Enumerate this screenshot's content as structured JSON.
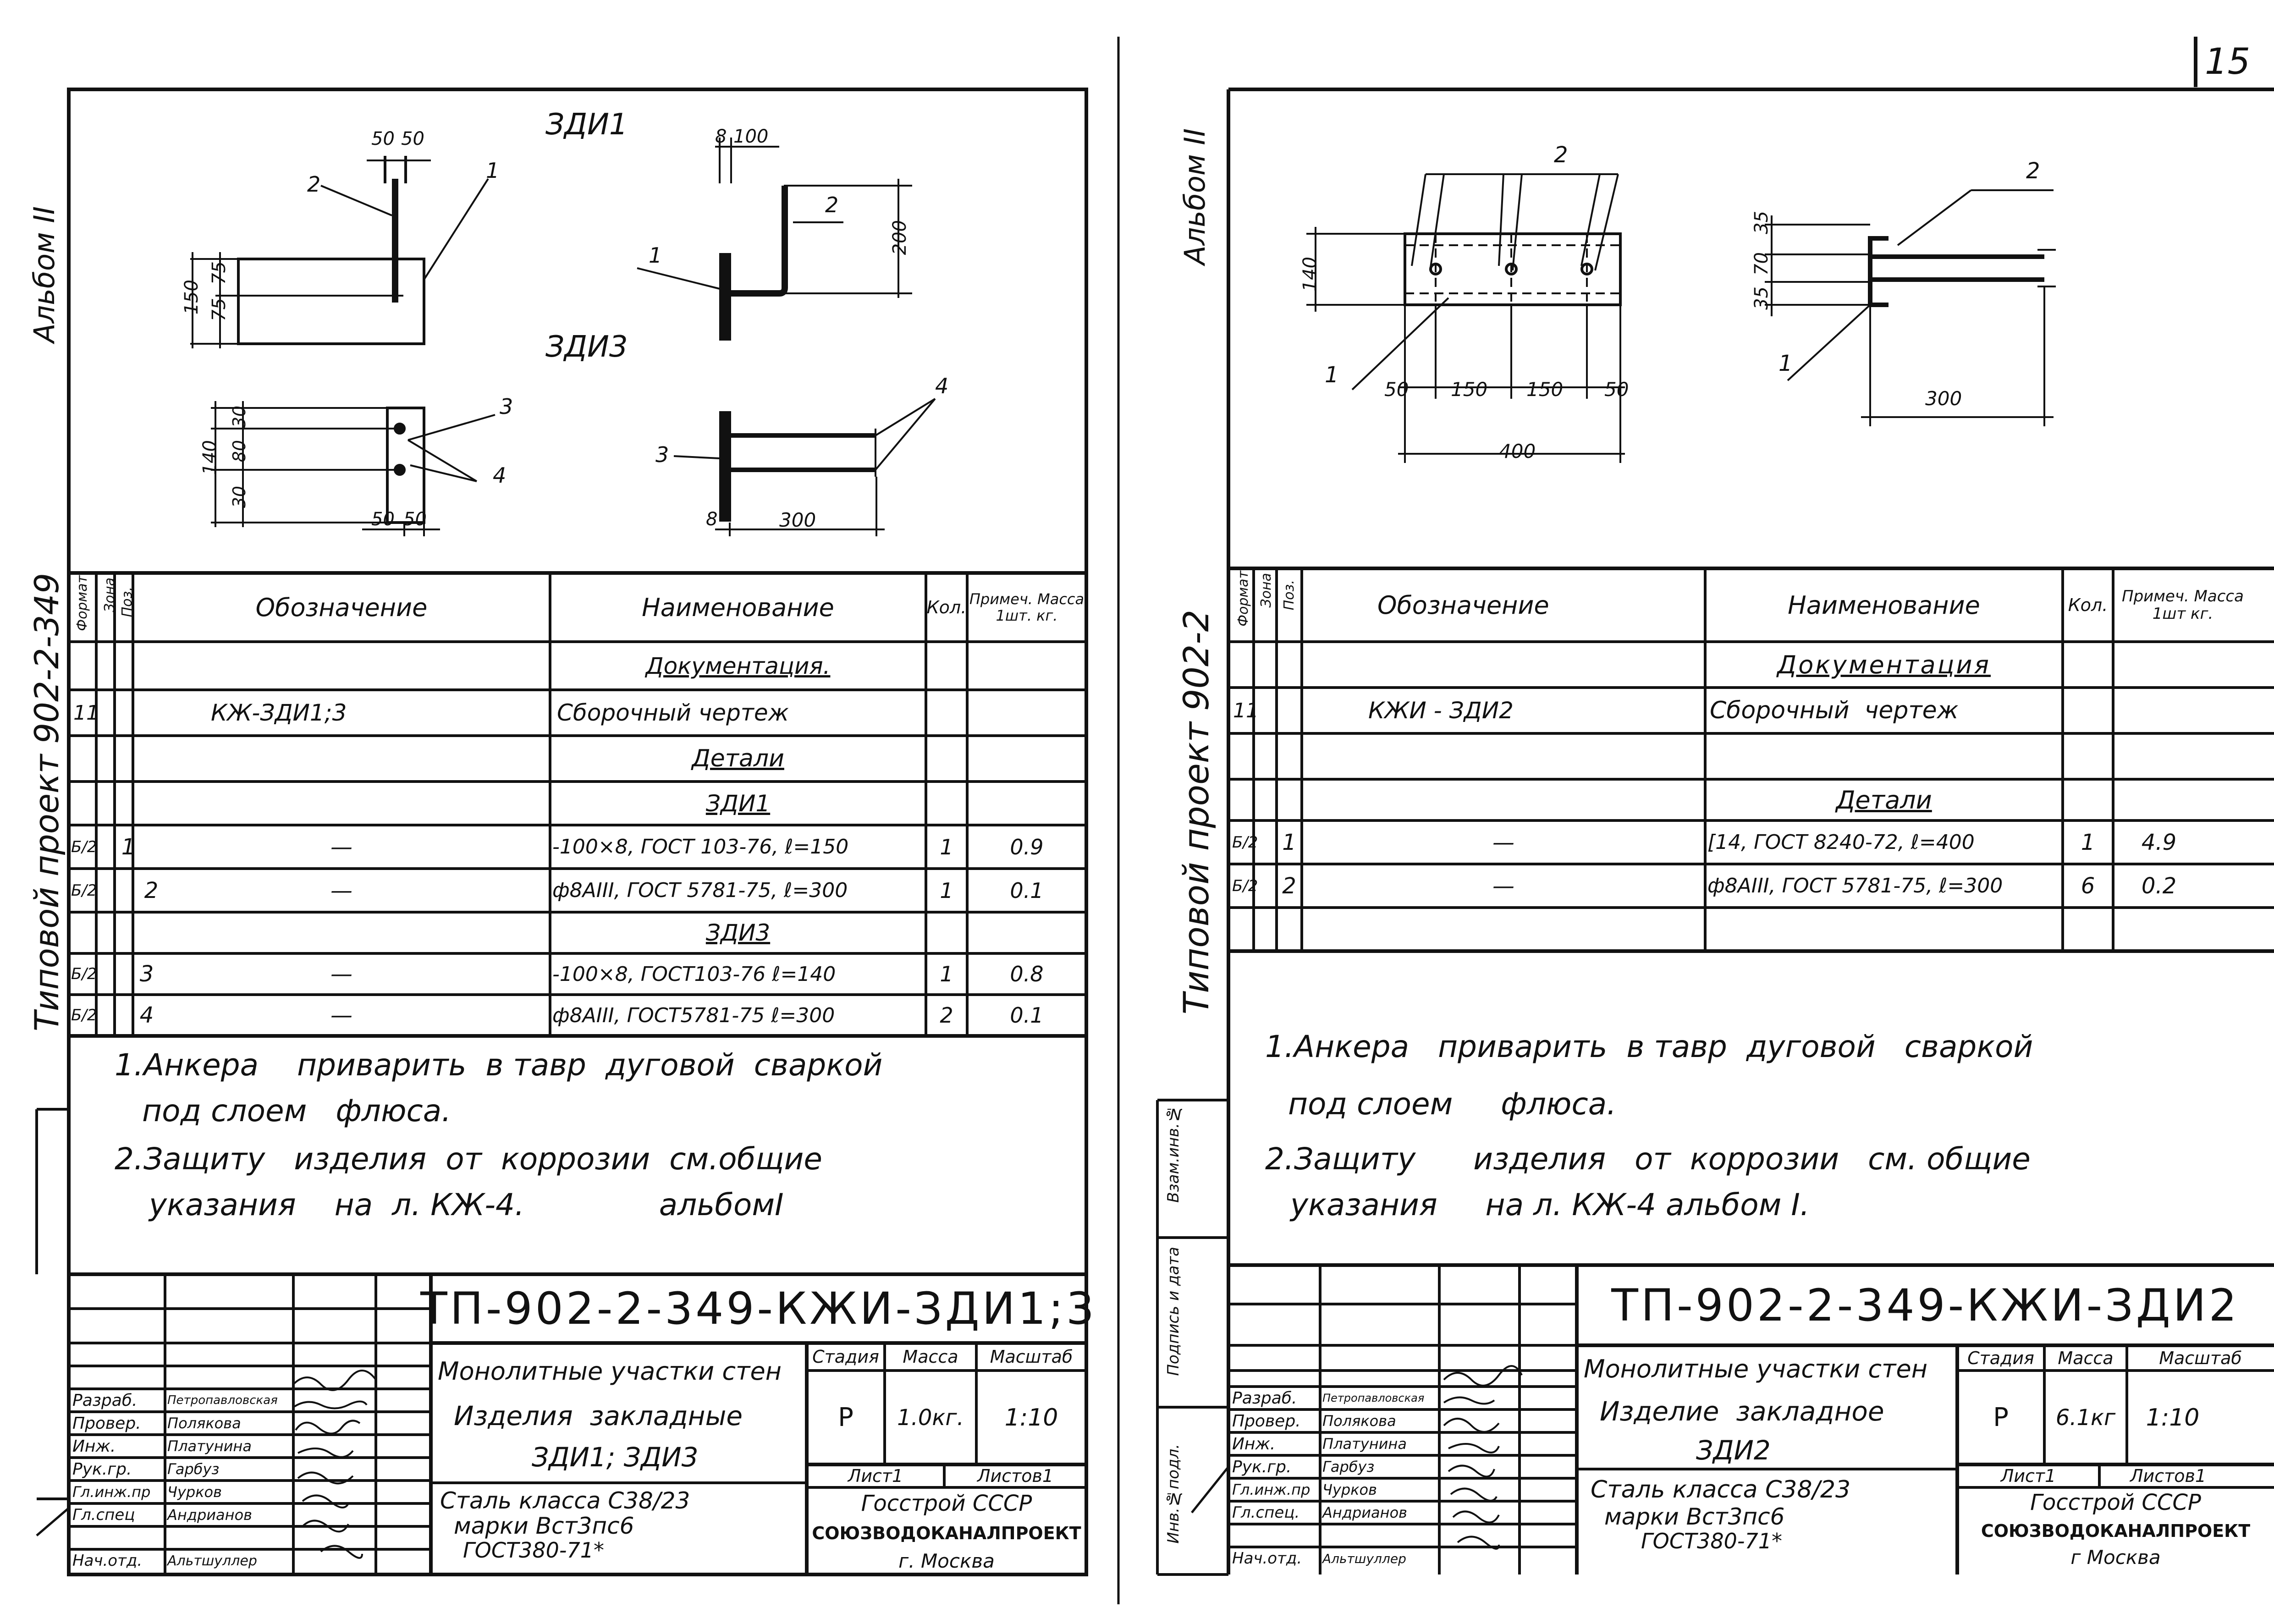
{
  "page_number": "15",
  "left": {
    "margin_top": "Альбом II",
    "margin_bottom": "Типовой проект 902-2-349",
    "drawing": {
      "title_1": "ЗДИ1",
      "title_3": "ЗДИ3",
      "d_50a": "50",
      "d_50b": "50",
      "d_150": "150",
      "d_75a": "75",
      "d_75b": "75",
      "d_8": "8",
      "d_100": "100",
      "d_200": "200",
      "d_140": "140",
      "d_30a": "30",
      "d_80": "80",
      "d_30b": "30",
      "d_50c": "50",
      "d_50d": "50",
      "d_b": "8",
      "d_300": "300",
      "p1": "1",
      "p2": "2",
      "p1b": "1",
      "p2b": "2",
      "p3": "3",
      "p4": "4",
      "p3b": "3",
      "p4b": "4"
    },
    "spec": {
      "h_format": "Формат",
      "h_zone": "Зона",
      "h_pos": "Поз.",
      "h_code": "Обозначение",
      "h_name": "Наименование",
      "h_qty": "Кол.",
      "h_note": "Примеч. Масса 1шт. кг.",
      "sec_doc": "Документация.",
      "row_doc": {
        "format": "11",
        "code": "КЖ-ЗДИ1;3",
        "name": "Сборочный   чертеж"
      },
      "sec_det": "Детали",
      "sub_1": "ЗДИ1",
      "rows_1": [
        {
          "format": "Б/2",
          "pos": "1",
          "code": "—",
          "name": "-100×8, ГОСТ 103-76, ℓ=150",
          "qty": "1",
          "mass": "0.9"
        },
        {
          "format": "Б/2",
          "pos": "2",
          "code": "—",
          "name": "ф8АIII, ГОСТ 5781-75, ℓ=300",
          "qty": "1",
          "mass": "0.1"
        }
      ],
      "sub_3": "ЗДИ3",
      "rows_3": [
        {
          "format": "Б/2",
          "pos": "3",
          "code": "—",
          "name": "-100×8, ГОСТ103-76 ℓ=140",
          "qty": "1",
          "mass": "0.8"
        },
        {
          "format": "Б/2",
          "pos": "4",
          "code": "—",
          "name": "ф8АIII, ГОСТ5781-75 ℓ=300",
          "qty": "2",
          "mass": "0.1"
        }
      ]
    },
    "notes": {
      "n1a": "1.Анкера    приварить  в тавр  дуговой  сваркой",
      "n1b": "под слоем   флюса.",
      "n2a": "2.Защиту   изделия  от  коррозии  см.общие",
      "n2b": "указания    на  л. КЖ-4.              альбомI"
    },
    "stamp": {
      "doc_code": "ТП-902-2-349-КЖИ-ЗДИ1;3",
      "roles": [
        "Разраб.",
        "Провер.",
        "Инж.",
        "Рук.гр.",
        "Гл.инж.пр",
        "Гл.спец",
        "Нач.отд."
      ],
      "names": [
        "Петропавловская",
        "Полякова",
        "Платунина",
        "Гарбуз",
        "Чурков",
        "Андрианов",
        "Альтшуллер"
      ],
      "title_a": "Монолитные участки стен",
      "title_b": "Изделия  закладные",
      "title_c": "ЗДИ1; ЗДИ3",
      "h_stage": "Стадия",
      "h_mass": "Масса",
      "h_scale": "Масштаб",
      "stage": "Р",
      "mass": "1.0кг.",
      "scale": "1:10",
      "sheet": "Лист1",
      "sheets": "Листов1",
      "material_a": "Сталь класса С38/23",
      "material_b": "марки Вст3пс6",
      "material_c": "ГОСТ380-71*",
      "org_a": "Госстрой СССР",
      "org_b": "СОЮЗВОДОКАНАЛПРОЕКТ",
      "org_c": "г. Москва"
    }
  },
  "right": {
    "margin_top": "Альбом II",
    "margin_mid": "Типовой  проект  902-2",
    "margin_s1": "Взам.инв.№",
    "margin_s2": "Подпись и дата",
    "margin_s3": "Инв.№подл.",
    "drawing": {
      "p2": "2",
      "p1": "1",
      "p2b": "2",
      "p1b": "1",
      "d_140": "140",
      "d_50a": "50",
      "d_150a": "150",
      "d_150b": "150",
      "d_50b": "50",
      "d_400": "400",
      "d_35a": "35",
      "d_70": "70",
      "d_35b": "35",
      "d_300": "300"
    },
    "spec": {
      "h_format": "Формат",
      "h_zone": "Зона",
      "h_pos": "Поз.",
      "h_code": "Обозначение",
      "h_name": "Наименование",
      "h_qty": "Кол.",
      "h_note": "Примеч. Масса 1шт кг.",
      "sec_doc": "Документация",
      "row_doc": {
        "format": "11",
        "code": "КЖИ - ЗДИ2",
        "name": "Сборочный  чертеж"
      },
      "sec_det": "Детали",
      "rows": [
        {
          "format": "Б/2",
          "pos": "1",
          "code": "—",
          "name": "[14, ГОСТ 8240-72, ℓ=400",
          "qty": "1",
          "mass": "4.9"
        },
        {
          "format": "Б/2",
          "pos": "2",
          "code": "—",
          "name": "ф8АIII, ГОСТ 5781-75, ℓ=300",
          "qty": "6",
          "mass": "0.2"
        }
      ]
    },
    "notes": {
      "n1a": "1.Анкера   приварить  в тавр  дуговой   сваркой",
      "n1b": "под слоем     флюса.",
      "n2a": "2.Защиту      изделия   от  коррозии   см. общие",
      "n2b": "указания     на л. КЖ-4 альбом I."
    },
    "stamp": {
      "doc_code": "ТП-902-2-349-КЖИ-ЗДИ2",
      "roles": [
        "Разраб.",
        "Провер.",
        "Инж.",
        "Рук.гр.",
        "Гл.инж.пр",
        "Гл.спец.",
        "Нач.отд."
      ],
      "names": [
        "Петропавловская",
        "Полякова",
        "Платунина",
        "Гарбуз",
        "Чурков",
        "Андрианов",
        "Альтшуллер"
      ],
      "title_a": "Монолитные участки стен",
      "title_b": "Изделие  закладное",
      "title_c": "ЗДИ2",
      "h_stage": "Стадия",
      "h_mass": "Масса",
      "h_scale": "Масштаб",
      "stage": "Р",
      "mass": "6.1кг",
      "scale": "1:10",
      "sheet": "Лист1",
      "sheets": "Листов1",
      "material_a": "Сталь класса С38/23",
      "material_b": "марки Вст3пс6",
      "material_c": "ГОСТ380-71*",
      "org_a": "Госстрой СССР",
      "org_b": "СОЮЗВОДОКАНАЛПРОЕКТ",
      "org_c": "г Москва"
    }
  }
}
